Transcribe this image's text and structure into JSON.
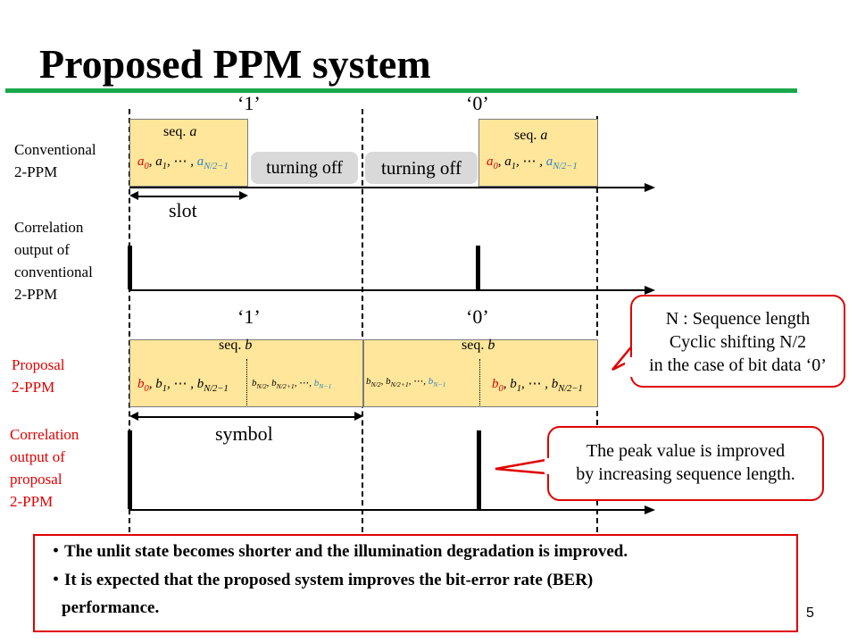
{
  "title": "Proposed PPM system",
  "bits_top": [
    "‘1’",
    "‘0’"
  ],
  "bits_mid": [
    "‘1’",
    "‘0’"
  ],
  "row_labels": {
    "conventional": [
      "Conventional",
      "2-PPM"
    ],
    "corr_conventional": [
      "Correlation",
      "output of",
      "conventional",
      "2-PPM"
    ],
    "proposal": [
      "Proposal",
      "2-PPM"
    ],
    "corr_proposal": [
      "Correlation",
      "output of",
      "proposal",
      "2-PPM"
    ]
  },
  "conventional": {
    "seq_prefix": "seq.",
    "seq_name": "a",
    "seq_elements": "a₀, a₁, ⋯ , a_(N/2−1)",
    "off_label_1": "turning off",
    "off_label_2": "turning off",
    "slot_label": "slot"
  },
  "proposal": {
    "seq_prefix": "seq.",
    "seq_name": "b",
    "first_half": "b₀, b₁, ⋯ , b_(N/2−1)",
    "second_half": "b_(N/2), b_(N/2+1), ⋯ , b_(N−1)",
    "symbol_label": "symbol"
  },
  "callout_sequence": {
    "line1": "N : Sequence length",
    "line2": "Cyclic shifting N/2",
    "line3": "in the case of bit data ‘0’"
  },
  "callout_peak": {
    "line1": "The peak value is improved",
    "line2": "by increasing sequence length."
  },
  "notes": [
    "・The unlit state becomes shorter and the illumination degradation is improved.",
    "・It is expected that the proposed system improves the bit-error rate (BER)",
    "performance."
  ],
  "page_number": "5",
  "colors": {
    "title_rule": "#1aa84b",
    "box_fill": "#ffe69a",
    "callout_border": "#e00000",
    "first_element": "#e00000",
    "last_element": "#2e86c1"
  }
}
